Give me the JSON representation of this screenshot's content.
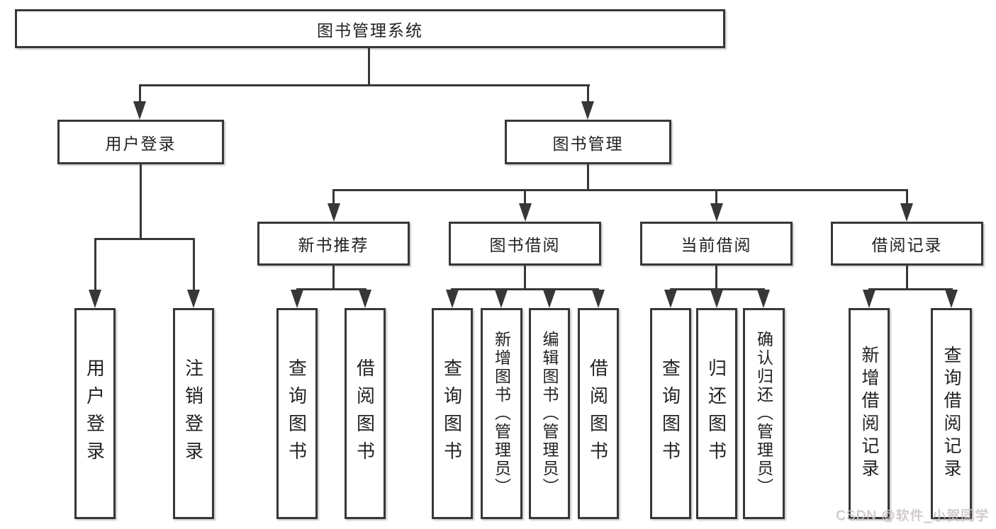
{
  "tree": {
    "root": {
      "label": "图书管理系统"
    },
    "branches": [
      {
        "label": "用户登录",
        "children": [
          {
            "label": "用户登录"
          },
          {
            "label": "注销登录"
          }
        ]
      },
      {
        "label": "图书管理",
        "children": [
          {
            "label": "新书推荐",
            "children": [
              {
                "label": "查询图书"
              },
              {
                "label": "借阅图书"
              }
            ]
          },
          {
            "label": "图书借阅",
            "children": [
              {
                "label": "查询图书"
              },
              {
                "label": "新增图书（管理员）"
              },
              {
                "label": "编辑图书（管理员）"
              },
              {
                "label": "借阅图书"
              }
            ]
          },
          {
            "label": "当前借阅",
            "children": [
              {
                "label": "查询图书"
              },
              {
                "label": "归还图书"
              },
              {
                "label": "确认归还（管理员）"
              }
            ]
          },
          {
            "label": "借阅记录",
            "children": [
              {
                "label": "新增借阅记录"
              },
              {
                "label": "查询借阅记录"
              }
            ]
          }
        ]
      }
    ]
  },
  "watermark": {
    "text": "CSDN @软件_小贺同学"
  },
  "colors": {
    "line": "#373737",
    "text": "#222222",
    "watermark": "#c7c7cb",
    "background": "#ffffff"
  }
}
